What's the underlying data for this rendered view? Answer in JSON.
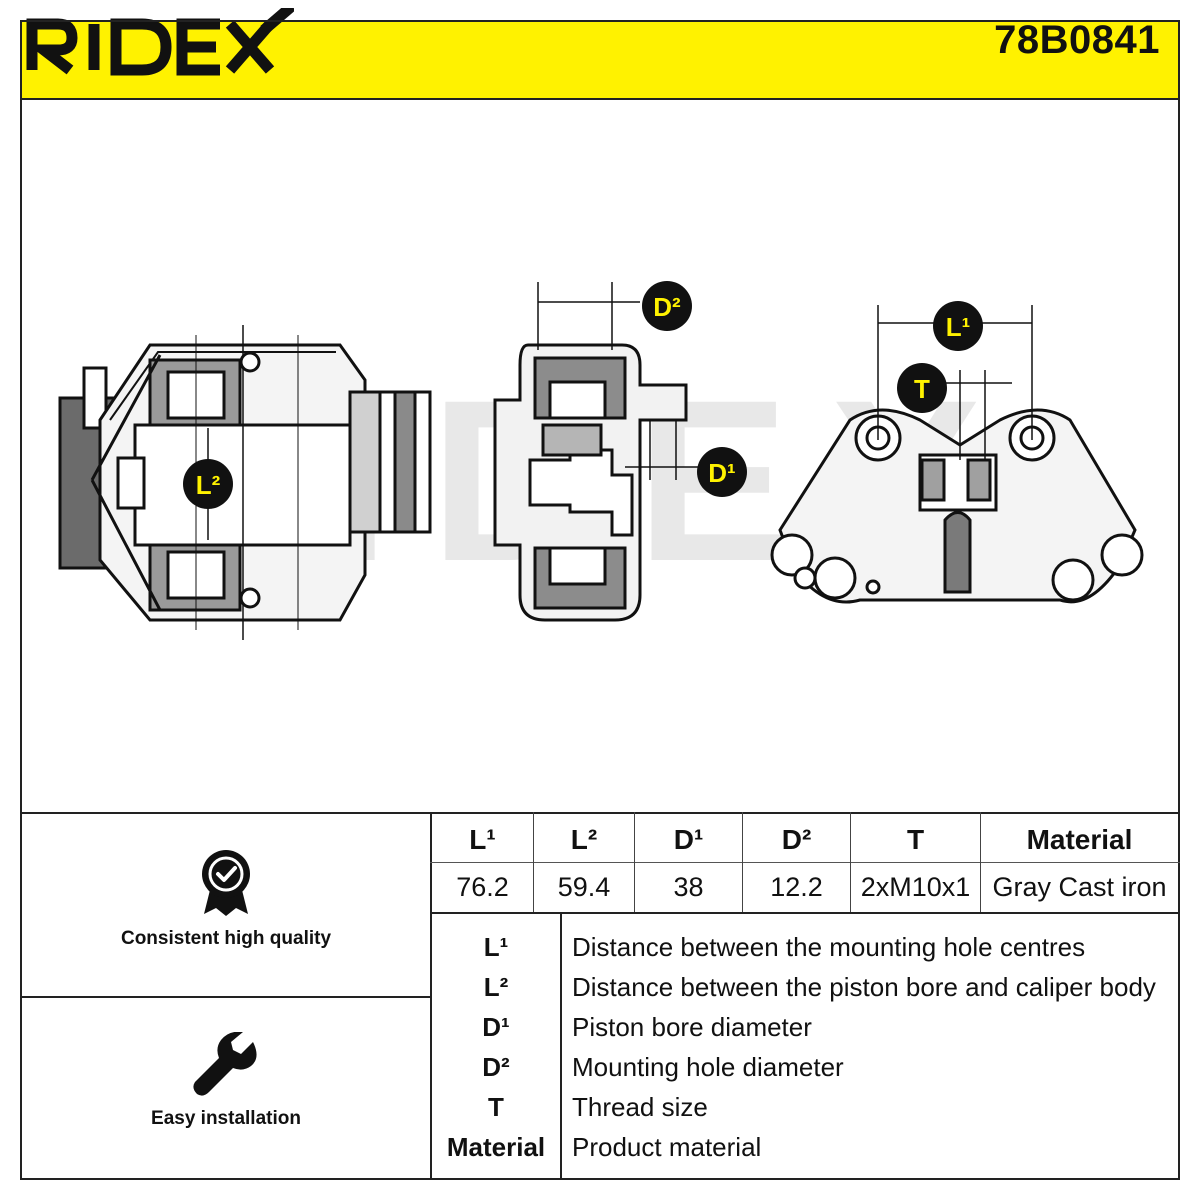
{
  "header": {
    "brand": "RIDEX",
    "part_number": "78B0841",
    "accent_color": "#FFF200"
  },
  "drawing": {
    "watermark": "RIDEX",
    "callouts": {
      "d2": "D²",
      "l2": "L²",
      "d1": "D¹",
      "l1": "L¹",
      "t": "T"
    },
    "callout_fill": "#111111",
    "callout_text_color": "#FFF200"
  },
  "features": [
    {
      "icon": "quality-badge-icon",
      "label": "Consistent high quality"
    },
    {
      "icon": "wrench-icon",
      "label": "Easy installation"
    }
  ],
  "specs": {
    "headers": [
      "L¹",
      "L²",
      "D¹",
      "D²",
      "T",
      "Material"
    ],
    "values": [
      "76.2",
      "59.4",
      "38",
      "12.2",
      "2xM10x1",
      "Gray Cast iron"
    ]
  },
  "legend": [
    {
      "abbr": "L¹",
      "desc": "Distance between the mounting hole centres"
    },
    {
      "abbr": "L²",
      "desc": "Distance between the piston bore and caliper body"
    },
    {
      "abbr": "D¹",
      "desc": "Piston bore diameter"
    },
    {
      "abbr": "D²",
      "desc": "Mounting hole diameter"
    },
    {
      "abbr": "T",
      "desc": "Thread size"
    },
    {
      "abbr": "Material",
      "desc": "Product material"
    }
  ]
}
